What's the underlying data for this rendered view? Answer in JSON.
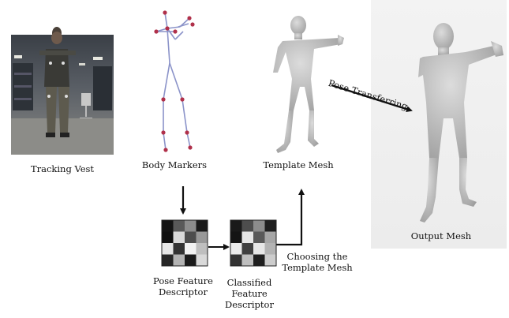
{
  "labels": {
    "tracking_vest": "Tracking Vest",
    "body_markers": "Body Markers",
    "template_mesh": "Template Mesh",
    "output_mesh": "Output Mesh",
    "pose_transferring": "Pose Transferring",
    "pose_feature_line1": "Pose Feature",
    "pose_feature_line2": "Descriptor",
    "classified_line1": "Classified",
    "classified_line2": "Feature",
    "classified_line3": "Descriptor",
    "choosing_line1": "Choosing the",
    "choosing_line2": "Template Mesh"
  },
  "descriptors": {
    "pose_feature": [
      [
        0.08,
        0.35,
        0.55,
        0.1
      ],
      [
        0.06,
        0.85,
        0.3,
        0.6
      ],
      [
        0.9,
        0.2,
        0.95,
        0.75
      ],
      [
        0.15,
        0.7,
        0.1,
        0.85
      ]
    ],
    "classified": [
      [
        0.1,
        0.3,
        0.55,
        0.12
      ],
      [
        0.08,
        0.9,
        0.35,
        0.65
      ],
      [
        0.92,
        0.25,
        0.9,
        0.7
      ],
      [
        0.2,
        0.75,
        0.12,
        0.8
      ]
    ]
  },
  "colors": {
    "arrow": "#111111",
    "skeleton_line": "#8b93c9",
    "marker": "#b0304a",
    "mesh": "#b8b8b8"
  }
}
